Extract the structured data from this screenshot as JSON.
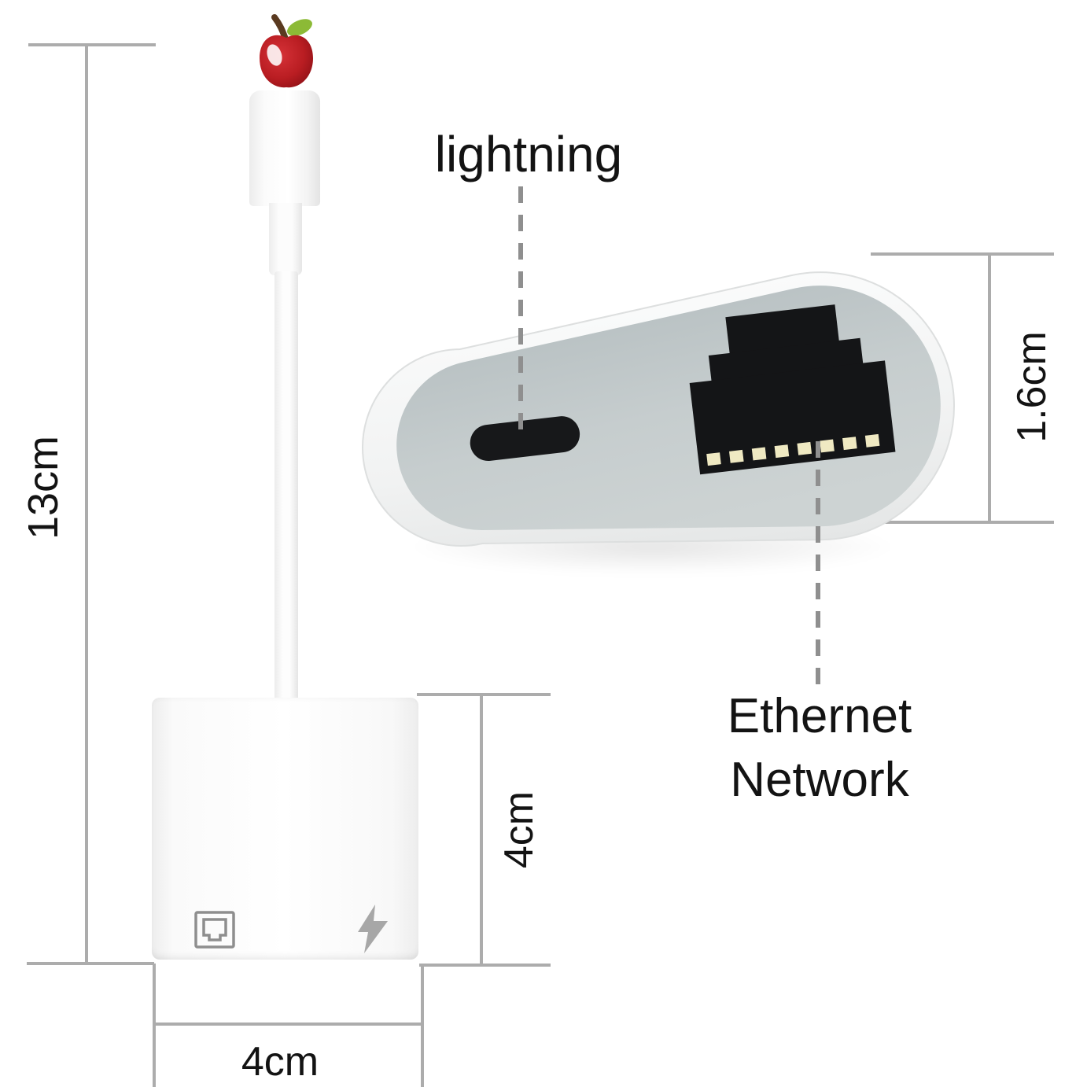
{
  "callouts": {
    "lightning": "lightning",
    "ethernet_line1": "Ethernet",
    "ethernet_line2": "Network"
  },
  "dimensions": {
    "cable_length": "13cm",
    "adapter_height": "4cm",
    "adapter_width": "4cm",
    "port_thickness": "1.6cm"
  },
  "icons": {
    "apple": "apple-icon",
    "ethernet_jack_front": "ethernet-port-icon",
    "charge_bolt_front": "lightning-bolt-icon",
    "lightning_port_top": "lightning-port-opening",
    "ethernet_port_top": "rj45-port-opening"
  },
  "colors": {
    "dimension_line": "#acacac",
    "dashed_line": "#8f8f8f",
    "text": "#131313",
    "adapter_face_gray": "#c4cccd",
    "shell_white": "#f4f5f5",
    "port_black": "#17181a",
    "pin_gold": "#efe9c2",
    "apple_red": "#b91d22",
    "leaf_green": "#8cba36",
    "stem_brown": "#5a3a20",
    "front_icon_gray": "#8e8e8e"
  }
}
